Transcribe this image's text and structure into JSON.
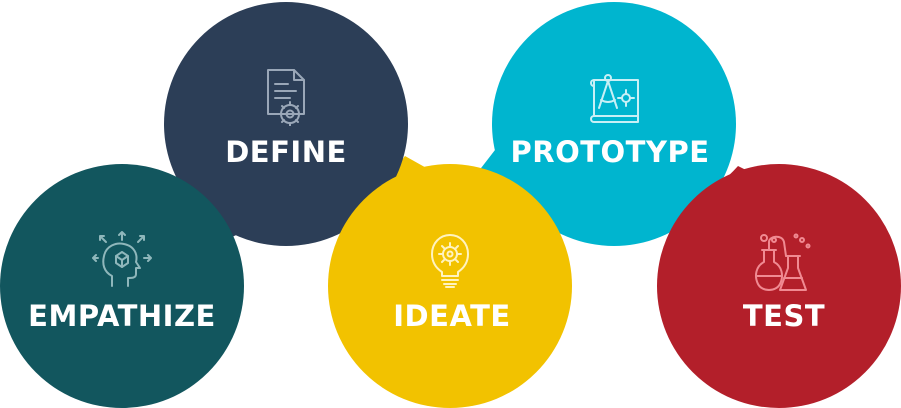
{
  "stages": [
    {
      "id": "empathize",
      "label": "EMPATHIZE",
      "color": "#12565e",
      "icon": "head-with-arrows-icon",
      "icon_color": "#8fb7bb"
    },
    {
      "id": "define",
      "label": "DEFINE",
      "color": "#2c3e57",
      "icon": "document-gear-icon",
      "icon_color": "#9aa7b8"
    },
    {
      "id": "ideate",
      "label": "IDEATE",
      "color": "#f2c200",
      "icon": "lightbulb-gear-icon",
      "icon_color": "#fff3c0"
    },
    {
      "id": "prototype",
      "label": "PROTOTYPE",
      "color": "#00b5cf",
      "icon": "blueprint-compass-icon",
      "icon_color": "#c8f0f6"
    },
    {
      "id": "test",
      "label": "TEST",
      "color": "#b31f2a",
      "icon": "lab-flasks-icon",
      "icon_color": "#f08a92"
    }
  ]
}
